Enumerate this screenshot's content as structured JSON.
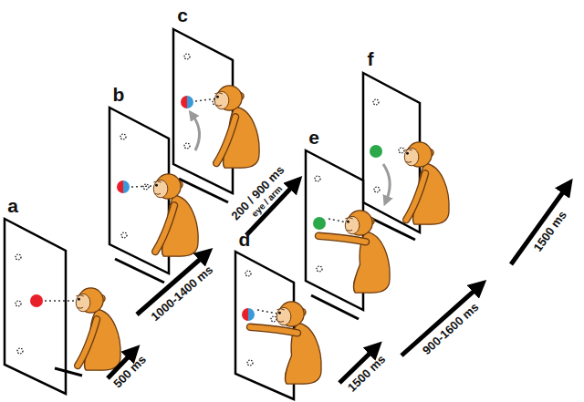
{
  "diagram": {
    "labels": [
      "a",
      "b",
      "c",
      "d",
      "e",
      "f",
      "500 ms",
      "1000-1400 ms",
      "200 / 900 ms",
      "eye / arm",
      "1500 ms",
      "900-1600 ms",
      "1500 ms"
    ]
  }
}
